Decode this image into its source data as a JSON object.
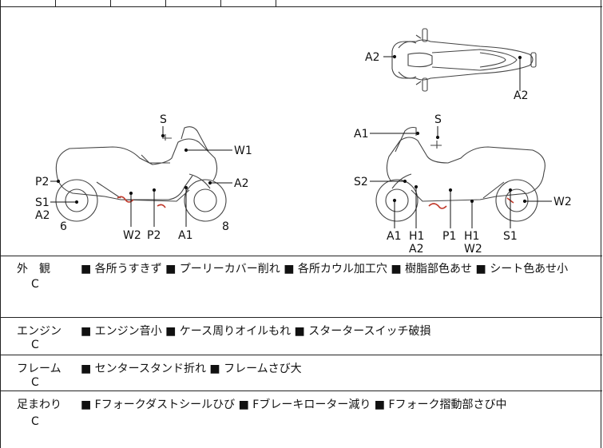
{
  "diagram": {
    "side_left": {
      "labels": [
        "S",
        "W1",
        "A2",
        "P2",
        "S1",
        "A2",
        "6",
        "W2",
        "P2",
        "A1",
        "8"
      ]
    },
    "side_right": {
      "labels": [
        "A1",
        "S",
        "S2",
        "W2",
        "A1",
        "H1",
        "A2",
        "P1",
        "H1",
        "W2",
        "S1"
      ]
    },
    "top_view": {
      "labels": [
        "A2",
        "A2"
      ]
    }
  },
  "sections": [
    {
      "title": "外　観",
      "grade": "C",
      "items": "■ 各所うすきず ■ プーリーカバー削れ ■ 各所カウル加工穴 ■ 樹脂部色あせ ■ シート色あせ小"
    },
    {
      "title": "エンジン",
      "grade": "C",
      "items": "■ エンジン音小 ■ ケース周りオイルもれ ■ スタータースイッチ破損"
    },
    {
      "title": "フレーム",
      "grade": "C",
      "items": "■ センタースタンド折れ ■ フレームさび大"
    },
    {
      "title": "足まわり",
      "grade": "C",
      "items": "■ Fフォークダストシールひび ■ Fブレーキローター減り ■ Fフォーク摺動部さび中"
    }
  ]
}
